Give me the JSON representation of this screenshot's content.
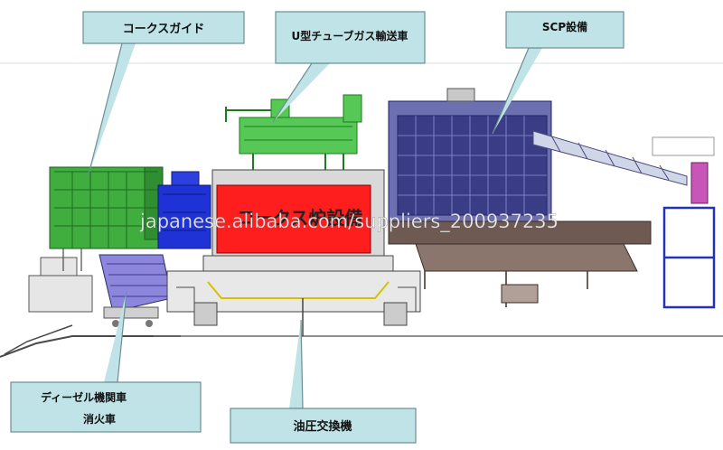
{
  "labels": {
    "coke_guide": "コークスガイド",
    "u_tube_car": "U型チューブガス輸送車",
    "scp": "SCP設備",
    "locomotive_line1": "ディーゼル機関車",
    "locomotive_line2": "消火車",
    "hydraulic": "油圧交換機",
    "coke_oven": "コークス炉設備"
  },
  "watermark": "japanese.alibaba.com/suppliers_200937235",
  "colors": {
    "callout_fill": "#bfe3e6",
    "coke_guide_green": "#3fae3f",
    "u_tube_green": "#55c855",
    "blue_door": "#1e32d6",
    "oven_red": "#ff1e1e",
    "quench_car_lavender": "#8c86dc",
    "scp_navy": "#3a3d86",
    "conveyor_brown": "#6e5a52",
    "pink_unit": "#c856b8"
  }
}
